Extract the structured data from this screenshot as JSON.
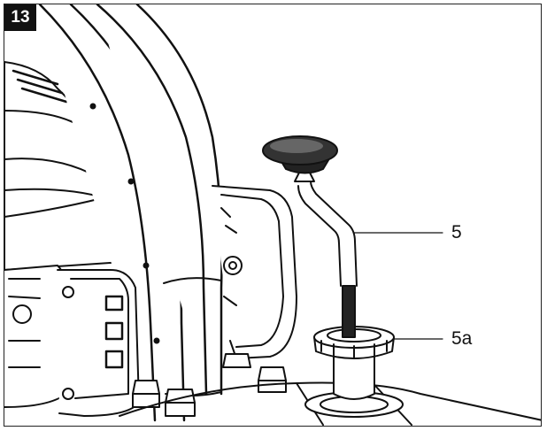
{
  "figure": {
    "number": "13",
    "callouts": [
      {
        "id": "dipstick",
        "label": "5"
      },
      {
        "id": "oil-filler-cap",
        "label": "5a"
      }
    ]
  }
}
